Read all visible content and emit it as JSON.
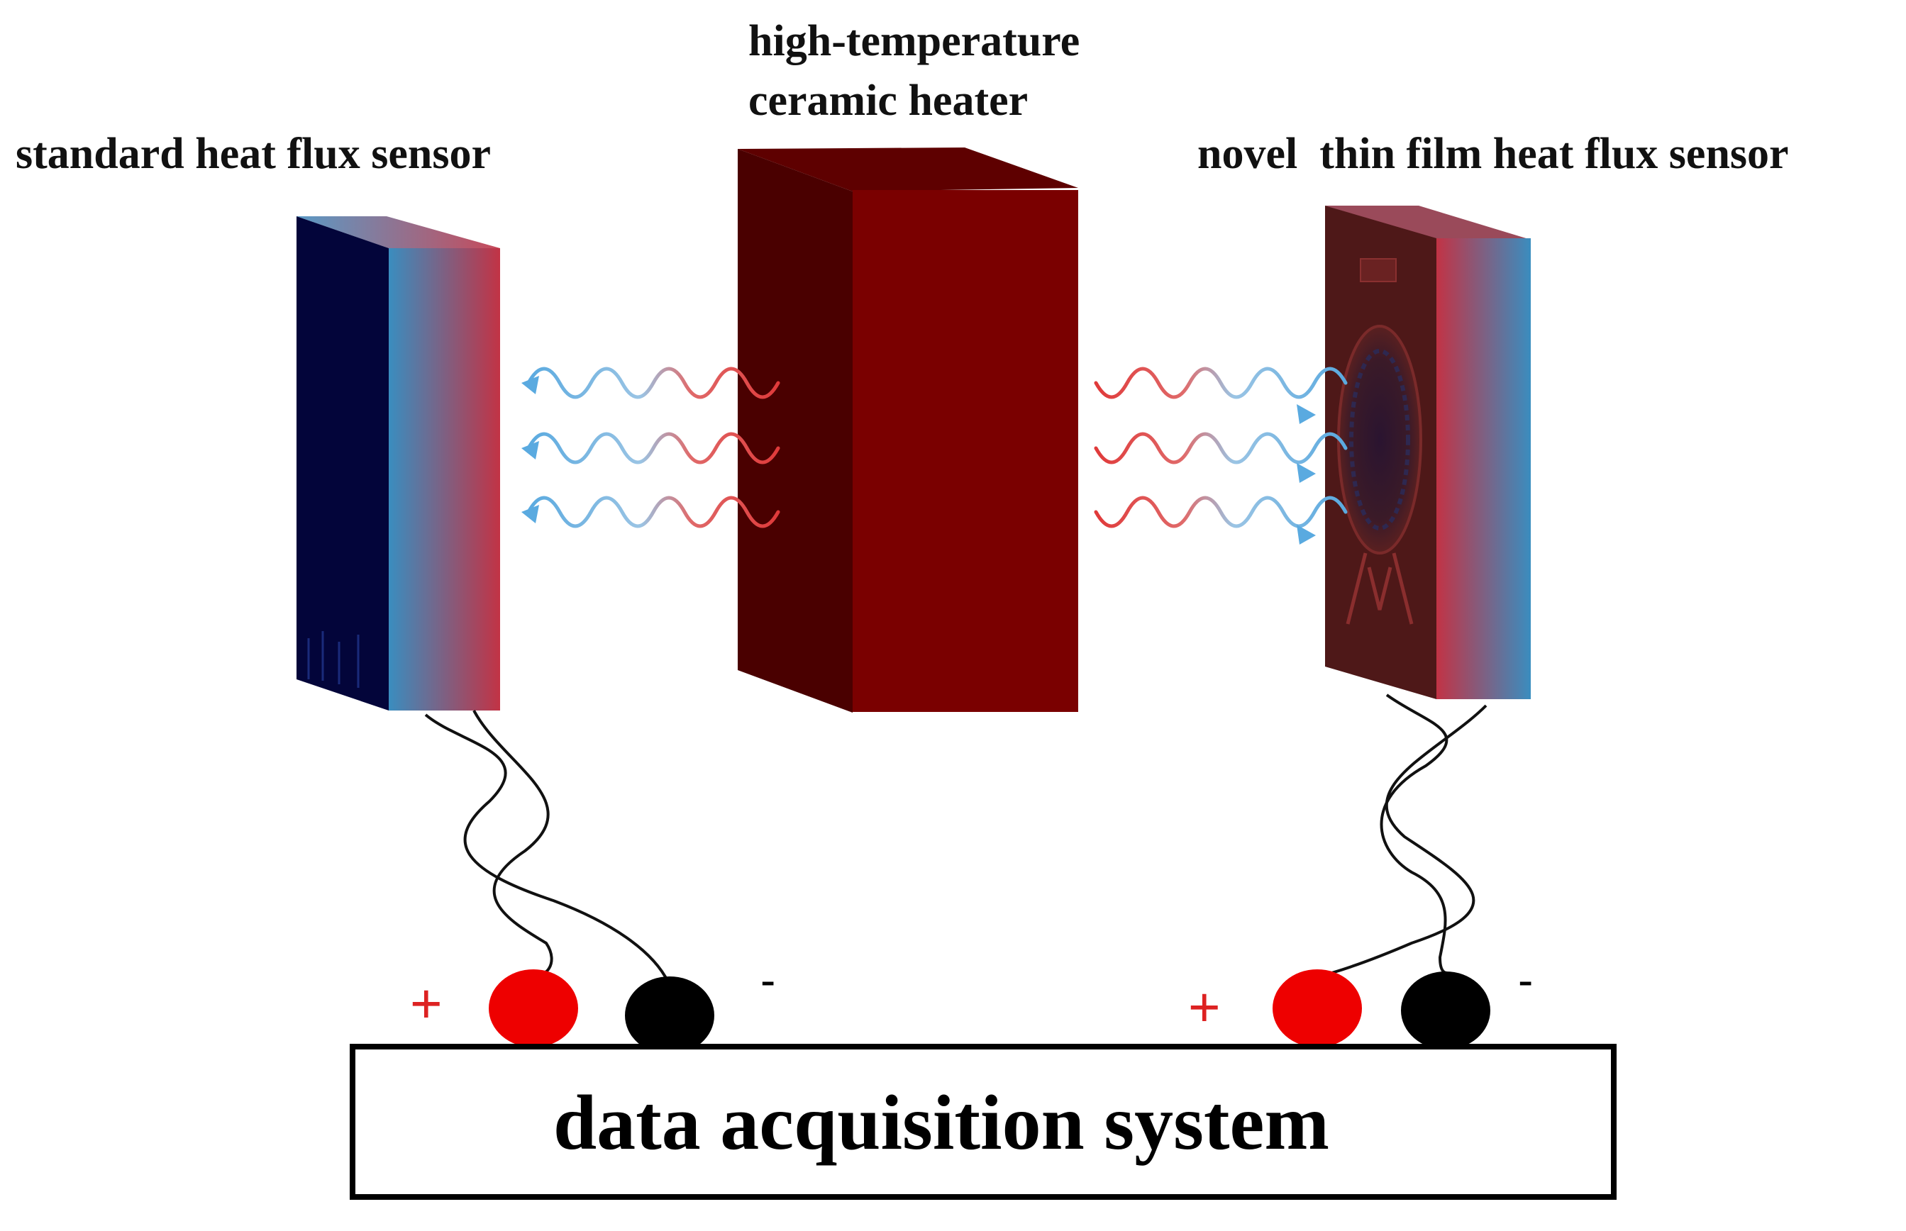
{
  "labels": {
    "standard_sensor": "standard heat flux sensor",
    "heater_line1": "high-temperature",
    "heater_line2": "ceramic heater",
    "novel_sensor": "novel  thin film heat flux sensor",
    "daq": "data acquisition system"
  },
  "terminals": {
    "positive": "+",
    "negative": "-"
  },
  "colors": {
    "heater_front": "#7a0000",
    "heater_side": "#4a0000",
    "heater_top": "#5e0000",
    "sensor_dark": "#03053a",
    "sensor_blue": "#3a8dbf",
    "sensor_red": "#c23345",
    "novel_face": "#4e1818",
    "terminal_positive": "#ee0000",
    "terminal_negative": "#000000",
    "plus_sign": "#dd2222",
    "wave_red": "#e03a3a",
    "wave_blue": "#5aaae0"
  }
}
